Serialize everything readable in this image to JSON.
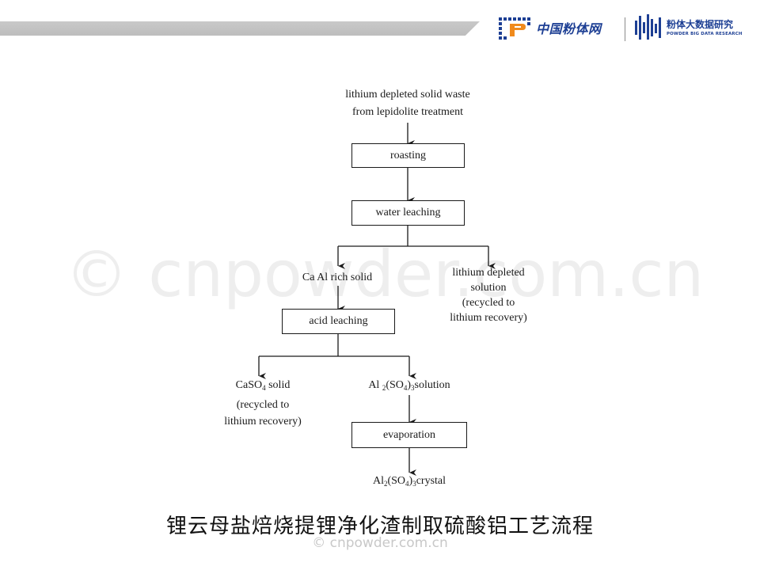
{
  "header": {
    "logo_primary_text": "中国粉体网",
    "logo_secondary_name": "粉体大数据研究",
    "logo_secondary_sub": "POWDER BIG DATA RESEARCH"
  },
  "watermark": "© cnpowder.com.cn",
  "flowchart": {
    "start_line1": "lithium depleted solid waste",
    "start_line2": "from lepidolite treatment",
    "step_roasting": "roasting",
    "step_water_leaching": "water leaching",
    "branch_solid": "Ca Al rich solid",
    "branch_solution_line1": "lithium depleted",
    "branch_solution_line2": "solution",
    "branch_solution_line3": "(recycled to",
    "branch_solution_line4": "lithium recovery)",
    "step_acid_leaching": "acid leaching",
    "caso4_name": "CaSO",
    "caso4_sub": "4",
    "caso4_suffix": " solid",
    "caso4_line2": "(recycled to",
    "caso4_line3": "lithium recovery)",
    "al_sol_prefix": "Al ",
    "al_sol_sub1": "2",
    "al_sol_mid": "(SO",
    "al_sol_sub2": "4",
    "al_sol_close": ")",
    "al_sol_sub3": "3",
    "al_sol_suffix": "solution",
    "step_evaporation": "evaporation",
    "crystal_prefix": "Al",
    "crystal_sub1": "2",
    "crystal_mid": "(SO",
    "crystal_sub2": "4",
    "crystal_close": ")",
    "crystal_sub3": "3",
    "crystal_suffix": "crystal"
  },
  "caption": "锂云母盐焙烧提锂净化渣制取硫酸铝工艺流程",
  "colors": {
    "logo_blue": "#1d3f94",
    "logo_orange": "#f08a1c",
    "bar_gray": "#c4c4c4"
  }
}
